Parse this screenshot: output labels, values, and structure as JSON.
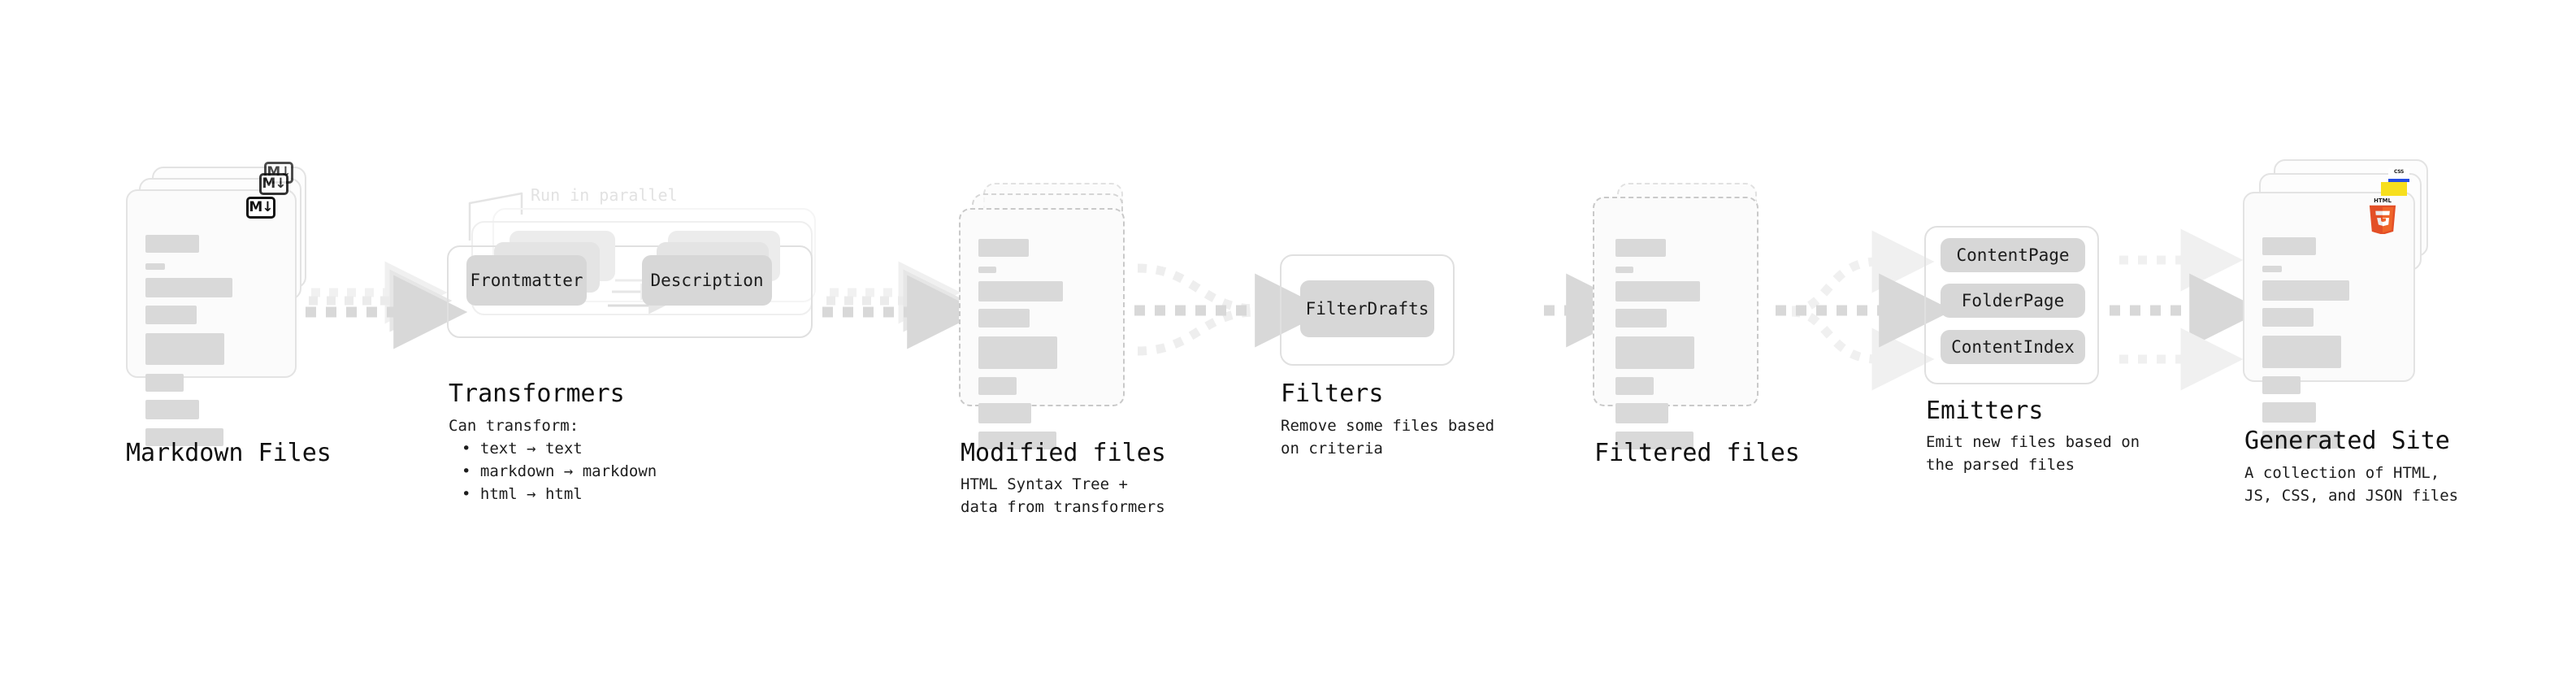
{
  "diagram": {
    "title_font_note": "monospace",
    "colors": {
      "bar": "#d9d9d9",
      "card_border": "#e3e3e3",
      "card_fill": "#fbfbfb",
      "pill": "#d7d7d7",
      "arrow": "#d8d8d8",
      "arrow_faint": "#efefef",
      "md_badge": "#111111",
      "js_yellow": "#f7df1e",
      "css_blue": "#264de4",
      "html5_orange": "#e34f26"
    },
    "stages": [
      {
        "id": "markdown-files",
        "title": "Markdown Files",
        "subtitle": "",
        "badge": "M↓",
        "badge_name": "markdown-icon"
      },
      {
        "id": "transformers",
        "title": "Transformers",
        "subtitle": "Can transform:",
        "note": "Run in parallel",
        "bullets": [
          "• text → text",
          "• markdown → markdown",
          "• html → html"
        ],
        "pills": [
          "Frontmatter",
          "Description"
        ]
      },
      {
        "id": "modified-files",
        "title": "Modified files",
        "subtitle": "HTML Syntax Tree +\ndata from transformers"
      },
      {
        "id": "filters",
        "title": "Filters",
        "subtitle": "Remove some files based\non criteria",
        "pills": [
          "FilterDrafts"
        ]
      },
      {
        "id": "filtered-files",
        "title": "Filtered files",
        "subtitle": ""
      },
      {
        "id": "emitters",
        "title": "Emitters",
        "subtitle": "Emit new files based on\nthe parsed files",
        "pills": [
          "ContentPage",
          "FolderPage",
          "ContentIndex"
        ]
      },
      {
        "id": "generated-site",
        "title": "Generated Site",
        "subtitle": "A collection of HTML,\nJS, CSS, and JSON files",
        "badges": [
          "HTML5",
          "JS",
          "CSS"
        ]
      }
    ]
  }
}
